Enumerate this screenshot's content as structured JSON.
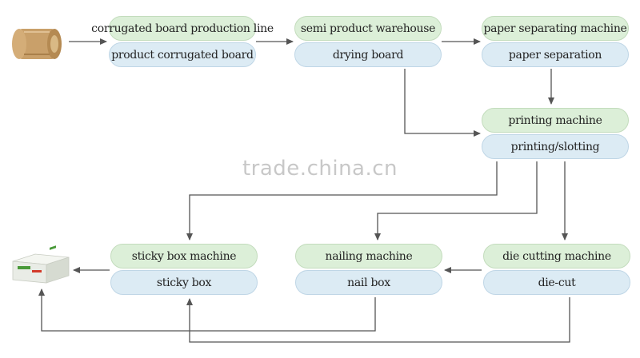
{
  "nodes": {
    "corrugated": {
      "top": "corrugated board production line",
      "bottom": "product corrugated board"
    },
    "warehouse": {
      "top": "semi product warehouse",
      "bottom": "drying board"
    },
    "separating": {
      "top": "paper separating machine",
      "bottom": "paper separation"
    },
    "printing": {
      "top": "printing machine",
      "bottom": "printing/slotting"
    },
    "sticky": {
      "top": "sticky box machine",
      "bottom": "sticky box"
    },
    "nailing": {
      "top": "nailing machine",
      "bottom": "nail box"
    },
    "diecutting": {
      "top": "die cutting machine",
      "bottom": "die-cut"
    }
  },
  "watermark": "trade.china.cn",
  "colors": {
    "machine_pill": "#dcefd8",
    "product_pill": "#dcebf4",
    "arrow": "#555555",
    "roll": "#c9a06a",
    "box": "#e9ece6"
  },
  "icons": [
    "paper-roll-icon",
    "finished-box-icon"
  ]
}
